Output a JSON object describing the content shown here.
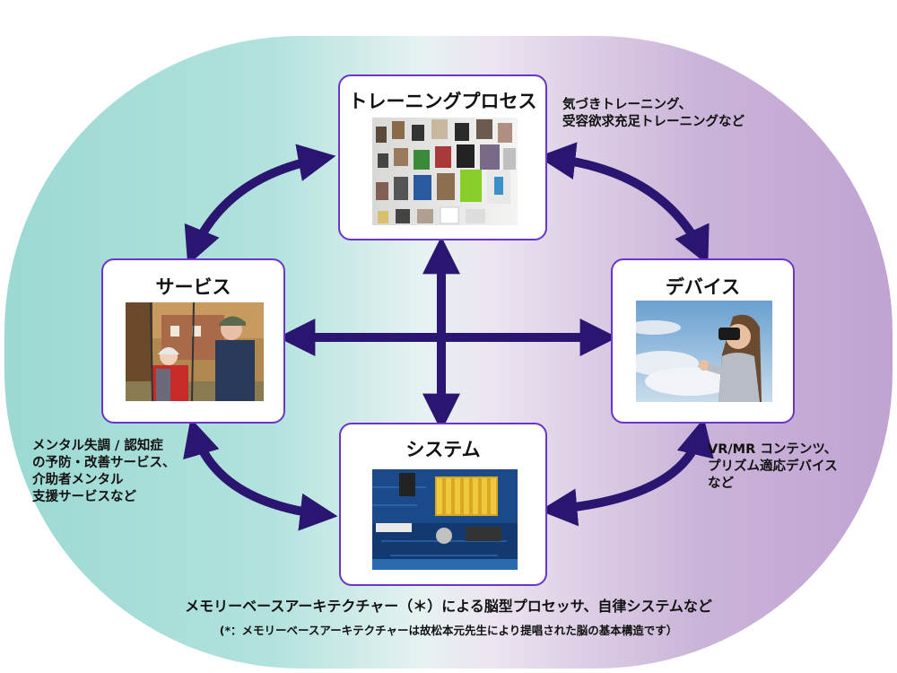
{
  "nodes": {
    "training": {
      "title": "トレーニングプロセス",
      "photo": "photo-gallery-wall"
    },
    "service": {
      "title": "サービス",
      "photo": "elderly-couple-photo"
    },
    "device": {
      "title": "デバイス",
      "photo": "vr-headset-photo"
    },
    "system": {
      "title": "システム",
      "photo": "circuit-board-photo"
    }
  },
  "notes": {
    "training": [
      "気づきトレーニング、",
      "受容欲求充足トレーニングなど"
    ],
    "service": [
      "メンタル失調 / 認知症",
      "の予防・改善サービス、",
      "介助者メンタル",
      "支援サービスなど"
    ],
    "device": [
      "VR/MR コンテンツ、",
      "プリズム適応デバイス",
      "など"
    ]
  },
  "caption": {
    "main": "メモリーベースアーキテクチャー（＊）による脳型プロセッサ、自律システムなど",
    "footnote": "(*：メモリーベースアーキテクチャーは故松本元先生により提唱された脳の基本構造です）"
  },
  "colors": {
    "arrow": "#2a1670",
    "box_border": "#6a35c8",
    "teal": "#9cd9d3",
    "purple": "#bfa3d2"
  }
}
